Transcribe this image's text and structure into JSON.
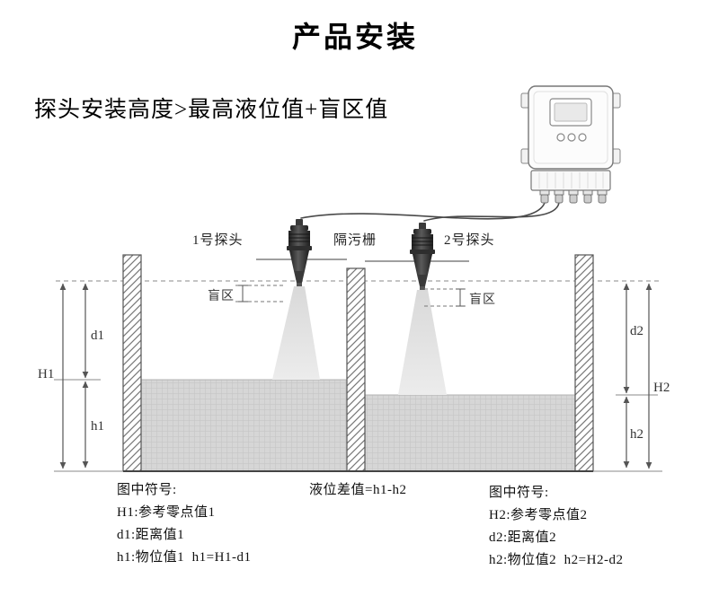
{
  "title": "产品安装",
  "subtitle": "探头安装高度>最高液位值+盲区值",
  "diagram": {
    "probe1_label": "1号探头",
    "barrier_label": "隔污栅",
    "probe2_label": "2号探头",
    "blind_zone_left": "盲区",
    "blind_zone_right": "盲区",
    "dims": {
      "H1": "H1",
      "d1": "d1",
      "h1": "h1",
      "H2": "H2",
      "d2": "d2",
      "h2": "h2"
    }
  },
  "legend": {
    "left": {
      "heading": "图中符号:",
      "lines": [
        "H1:参考零点值1",
        "d1:距离值1",
        "h1:物位值1  h1=H1-d1"
      ]
    },
    "center": "液位差值=h1-h2",
    "right": {
      "heading": "图中符号:",
      "lines": [
        "H2:参考零点值2",
        "d2:距离值2",
        "h2:物位值2  h2=H2-d2"
      ]
    }
  }
}
